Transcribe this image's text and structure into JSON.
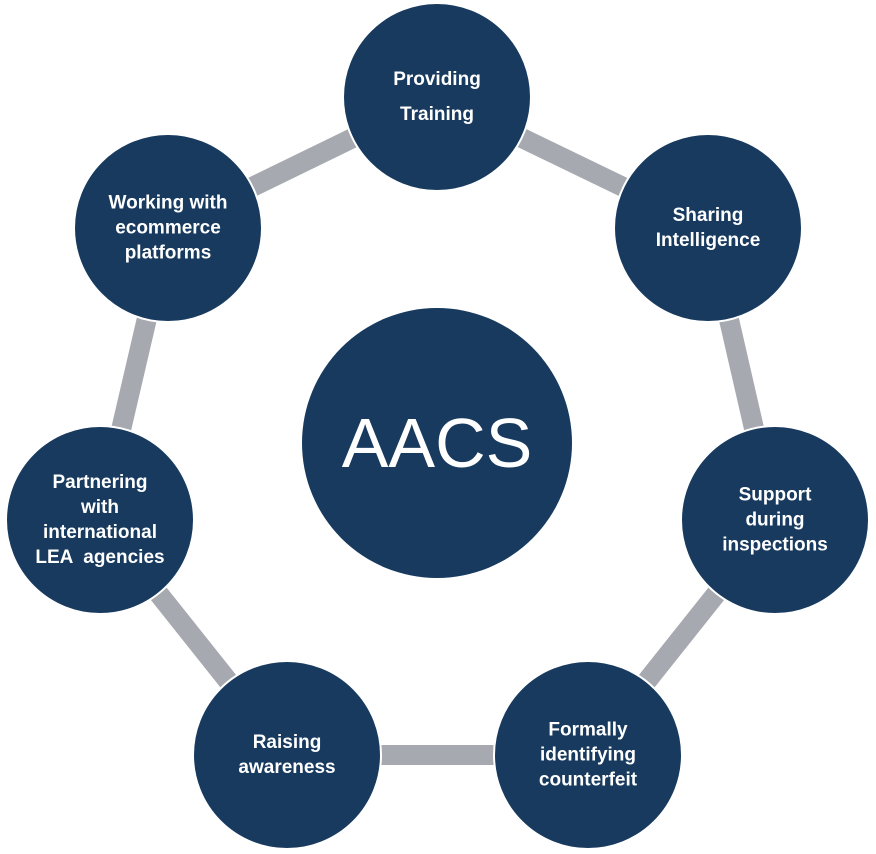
{
  "colors": {
    "node_fill": "#173A5E",
    "connector": "#A7A9B0",
    "text": "#FFFFFF",
    "background": "#FFFFFF"
  },
  "center": {
    "label": "AACS"
  },
  "nodes": [
    {
      "id": "providing-training",
      "lines": [
        "Providing",
        "Training"
      ]
    },
    {
      "id": "sharing-intelligence",
      "lines": [
        "Sharing",
        "Intelligence"
      ]
    },
    {
      "id": "support-during-inspections",
      "lines": [
        "Support",
        "during",
        "inspections"
      ]
    },
    {
      "id": "formally-identifying-counterfeit",
      "lines": [
        "Formally",
        "identifying",
        "counterfeit"
      ]
    },
    {
      "id": "raising-awareness",
      "lines": [
        "Raising",
        "awareness"
      ]
    },
    {
      "id": "partnering-international-lea",
      "lines": [
        "Partnering",
        "with",
        "international",
        "LEA  agencies"
      ]
    },
    {
      "id": "working-ecommerce-platforms",
      "lines": [
        "Working with",
        "ecommerce",
        "platforms"
      ]
    }
  ]
}
